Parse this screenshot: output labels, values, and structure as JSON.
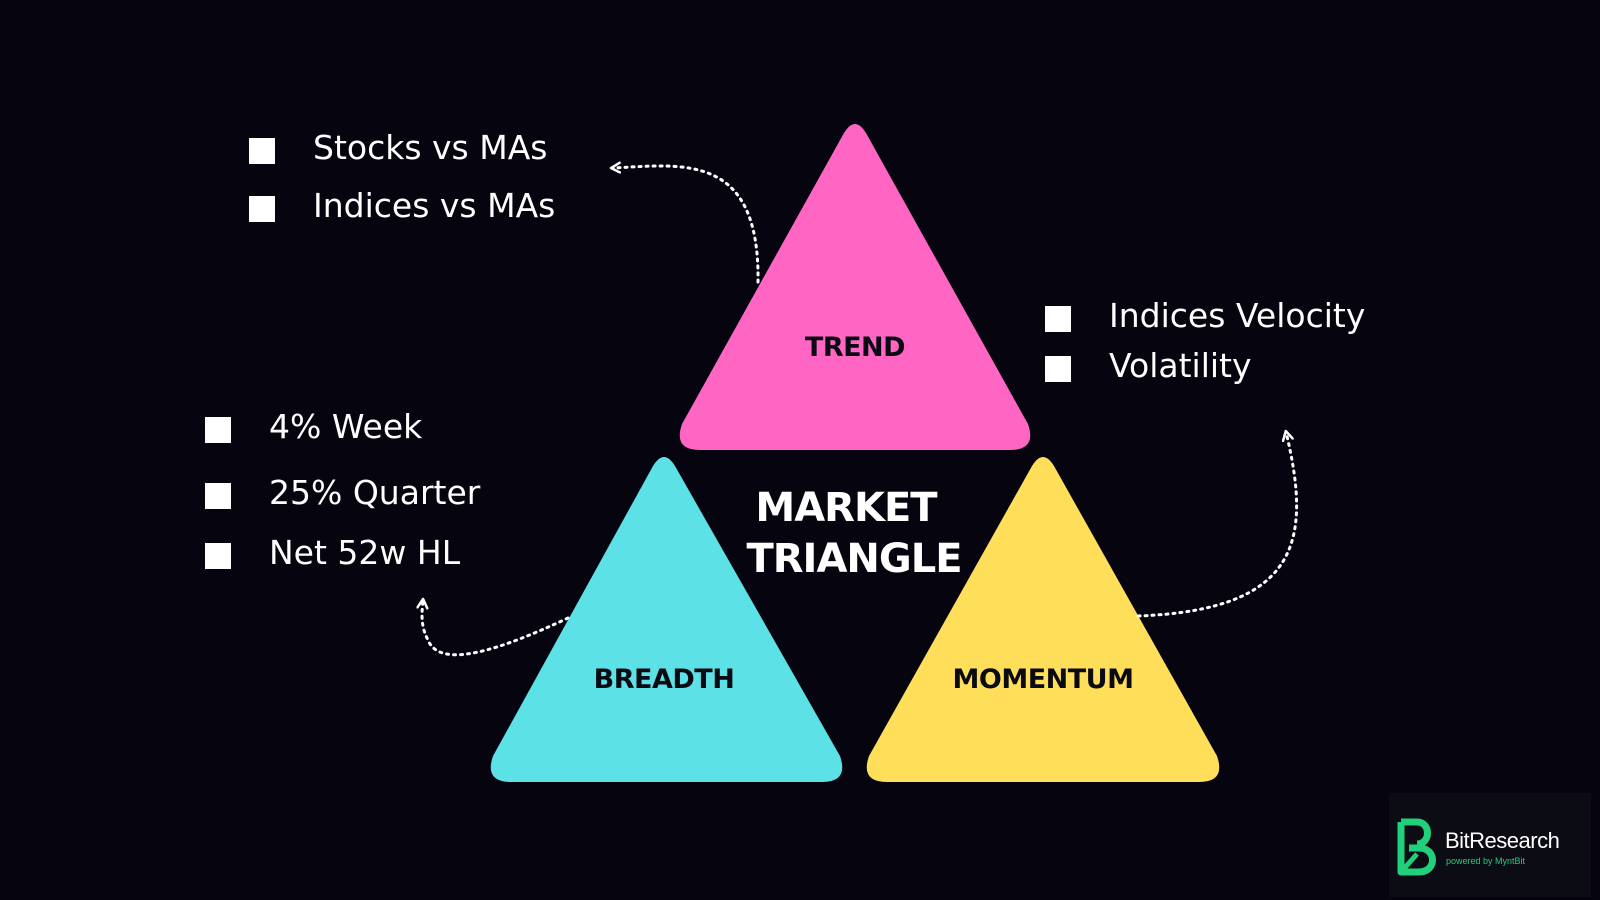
{
  "diagram": {
    "title_line1": "MARKET",
    "title_line2": "TRIANGLE",
    "triangles": {
      "trend": {
        "label": "TREND",
        "color": "#ff66c4"
      },
      "breadth": {
        "label": "BREADTH",
        "color": "#5ce1e6"
      },
      "momentum": {
        "label": "MOMENTUM",
        "color": "#ffde59"
      }
    }
  },
  "trend_items": [
    "Stocks vs MAs",
    "Indices vs MAs"
  ],
  "momentum_items": [
    "Indices Velocity",
    "Volatility"
  ],
  "breadth_items": [
    "4% Week",
    "25% Quarter",
    "Net 52w HL"
  ],
  "branding": {
    "name": "BitResearch",
    "tagline": "powered by MyntBit",
    "accent": "#21d07a"
  }
}
